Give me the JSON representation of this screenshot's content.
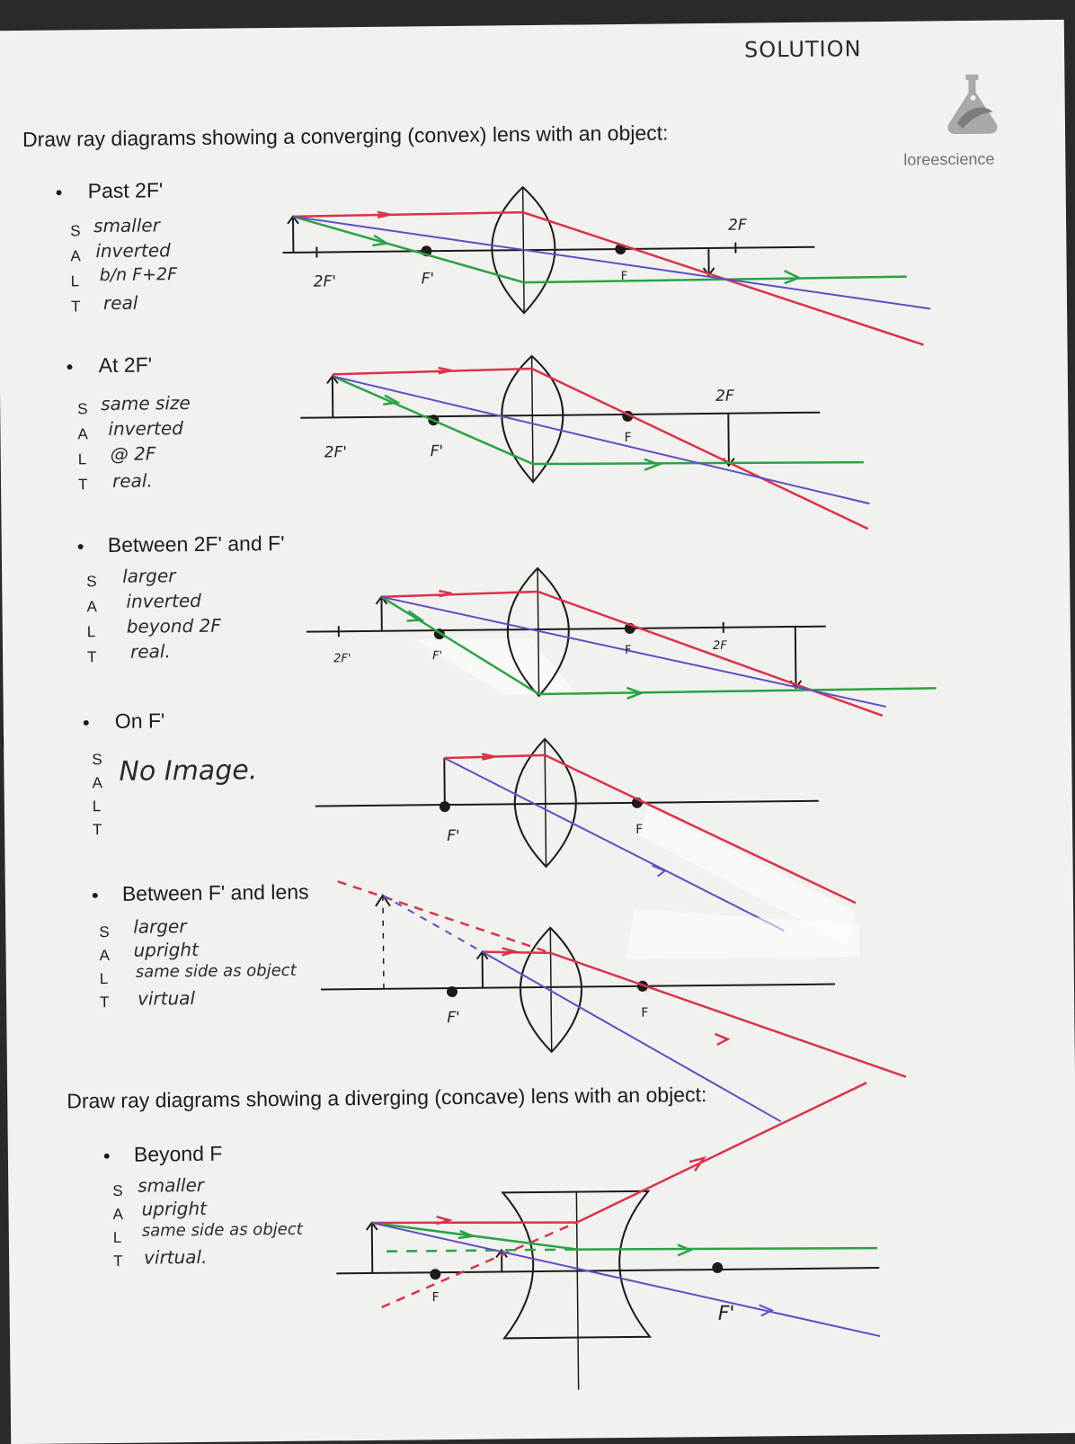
{
  "header": {
    "solution_label": "SOLUTION",
    "brand": "loreescience"
  },
  "converging": {
    "heading": "Draw ray diagrams showing a converging (convex) lens with an object:",
    "cases": [
      {
        "title": "Past 2F'",
        "letters": [
          "S",
          "A",
          "L",
          "T"
        ],
        "answers": [
          "smaller",
          "inverted",
          "b/n  F+2F",
          "real"
        ],
        "labels": {
          "two_f_prime": "2F'",
          "f_prime": "F'",
          "f": "F",
          "two_f": "2F"
        }
      },
      {
        "title": "At 2F'",
        "letters": [
          "S",
          "A",
          "L",
          "T"
        ],
        "answers": [
          "same size",
          "inverted",
          "@ 2F",
          "real."
        ],
        "labels": {
          "two_f_prime": "2F'",
          "f_prime": "F'",
          "f": "F",
          "two_f": "2F"
        }
      },
      {
        "title": "Between 2F' and F'",
        "letters": [
          "S",
          "A",
          "L",
          "T"
        ],
        "answers": [
          "larger",
          "inverted",
          "beyond 2F",
          "real."
        ],
        "labels": {
          "two_f_prime": "2F'",
          "f_prime": "F'",
          "f": "F",
          "two_f": "2F"
        }
      },
      {
        "title": "On F'",
        "letters": [
          "S",
          "A",
          "L",
          "T"
        ],
        "answers": [
          "No Image."
        ],
        "labels": {
          "f_prime": "F'",
          "f": "F"
        }
      },
      {
        "title": "Between F' and lens",
        "letters": [
          "S",
          "A",
          "L",
          "T"
        ],
        "answers": [
          "larger",
          "upright",
          "same side as object",
          "virtual"
        ],
        "labels": {
          "f_prime": "F'",
          "f": "F"
        }
      }
    ]
  },
  "diverging": {
    "heading": "Draw ray diagrams showing a diverging (concave) lens with an object:",
    "cases": [
      {
        "title": "Beyond F",
        "letters": [
          "S",
          "A",
          "L",
          "T"
        ],
        "answers": [
          "smaller",
          "upright",
          "same side as object",
          "virtual."
        ],
        "labels": {
          "f": "F",
          "f_prime": "F'"
        }
      }
    ]
  },
  "colors": {
    "red": "#d9344a",
    "green": "#2aa345",
    "purple": "#5d4fc4",
    "ink": "#1c1c1c"
  }
}
